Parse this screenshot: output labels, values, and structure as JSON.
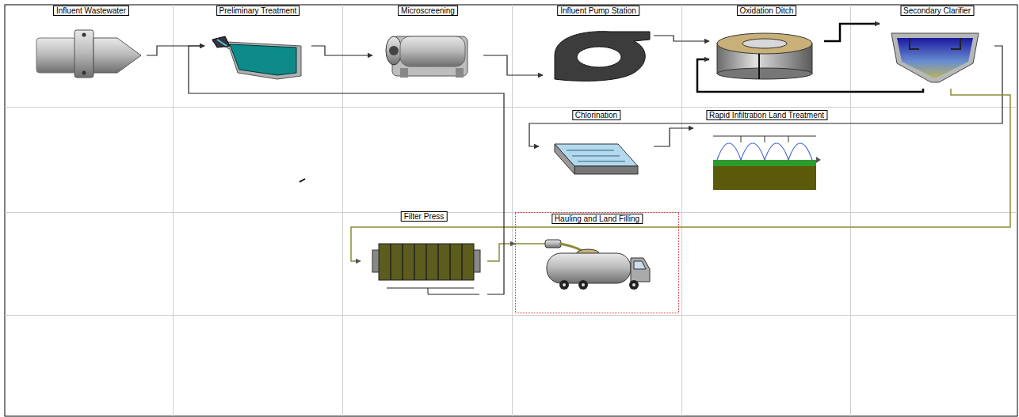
{
  "diagram": {
    "nodes": [
      {
        "text": [
          "Influent Wastewater"
        ]
      },
      {
        "text": [
          "Preliminary Treatment"
        ]
      },
      {
        "text": [
          "Microscreening"
        ]
      },
      {
        "text": [
          "Influent Pump Station"
        ]
      },
      {
        "text": [
          "Oxidation Ditch"
        ]
      },
      {
        "text": [
          "Secondary Clarifier"
        ]
      },
      {
        "text": [
          "Chlorination"
        ]
      },
      {
        "text": [
          "Rapid Infiltration Land Treatment"
        ]
      },
      {
        "text": [
          "Filter Press"
        ]
      },
      {
        "text": [
          "Hauling and Land Filling"
        ]
      }
    ],
    "edges": [
      {
        "from": 0,
        "to": 1,
        "arrow": "to"
      },
      {
        "from": 1,
        "to": 2,
        "arrow": "to"
      },
      {
        "from": 2,
        "to": 3,
        "arrow": "to"
      },
      {
        "from": 3,
        "to": 4,
        "arrow": "to"
      },
      {
        "from": 4,
        "to": 5,
        "arrow": "to"
      },
      {
        "from": 5,
        "to": 4,
        "arrow": "to"
      },
      {
        "from": 5,
        "to": 6,
        "arrow": "to"
      },
      {
        "from": 6,
        "to": 7,
        "arrow": "to"
      },
      {
        "from": 5,
        "to": 8,
        "arrow": "to"
      },
      {
        "from": 8,
        "to": 9,
        "arrow": "to"
      },
      {
        "from": 8,
        "to": 1,
        "arrow": "to"
      }
    ]
  }
}
